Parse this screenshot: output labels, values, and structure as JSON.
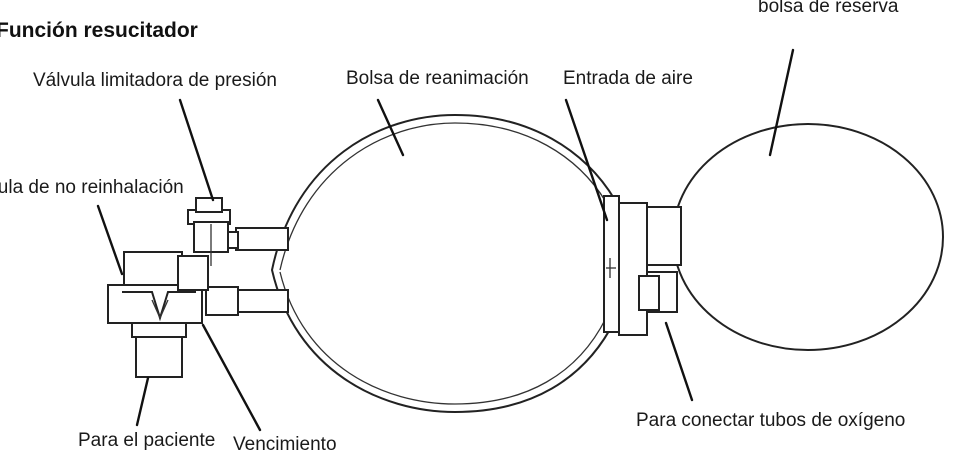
{
  "title": "Función resucitador",
  "labels": {
    "reservoir_bag": "bolsa de reserva",
    "pressure_limit_valve": "Válvula limitadora de presión",
    "resuscitation_bag": "Bolsa de reanimación",
    "air_inlet": "Entrada de aire",
    "non_rebreathing_valve": "válvula de no reinhalación",
    "to_patient": "Para el paciente",
    "expiration": "Vencimiento",
    "oxygen_tubing": "Para conectar tubos de oxígeno"
  }
}
